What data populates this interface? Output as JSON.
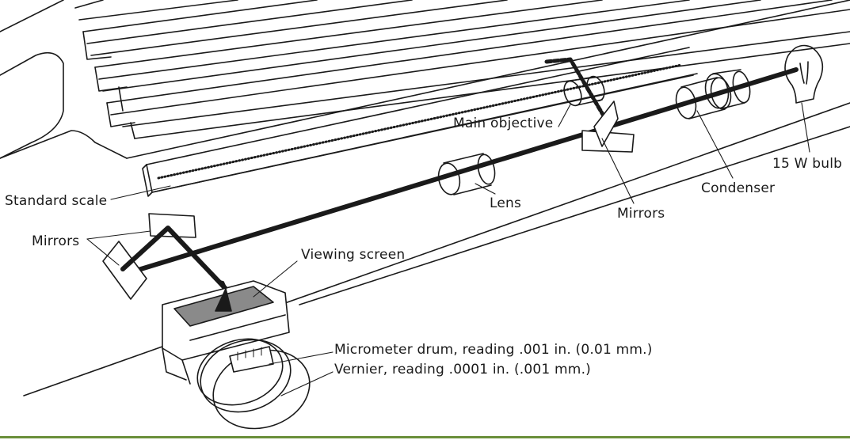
{
  "labels": {
    "main_objective": "Main objective",
    "bulb": "15 W bulb",
    "standard_scale": "Standard scale",
    "condenser": "Condenser",
    "lens": "Lens",
    "mirrors_right": "Mirrors",
    "mirrors_left": "Mirrors",
    "viewing_screen": "Viewing screen",
    "micrometer_line1": "Micrometer drum, reading .001 in. (0.01 mm.)",
    "micrometer_line2": "Vernier, reading .0001 in. (.001 mm.)"
  },
  "colors": {
    "ink": "#1a1a1a",
    "screen": "#8a8a8a",
    "rule": "#6a8f3a"
  }
}
